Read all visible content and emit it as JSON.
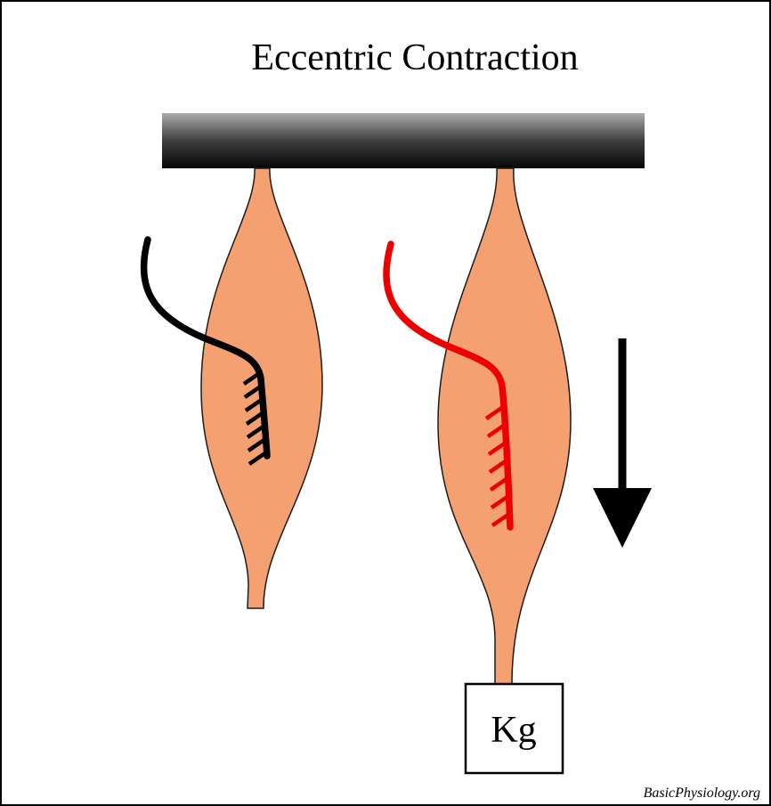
{
  "title": "Eccentric Contraction",
  "weight_box": {
    "label": "Kg"
  },
  "footer": {
    "credit": "BasicPhysiology.org"
  },
  "colors": {
    "muscle_fill": "#F4A070",
    "relaxed_nerve": "#000000",
    "active_nerve": "#EE0000",
    "arrow": "#000000",
    "ceiling_top": "#ABABAB",
    "ceiling_mid": "#3F3F3F",
    "ceiling_bottom": "#060606"
  }
}
